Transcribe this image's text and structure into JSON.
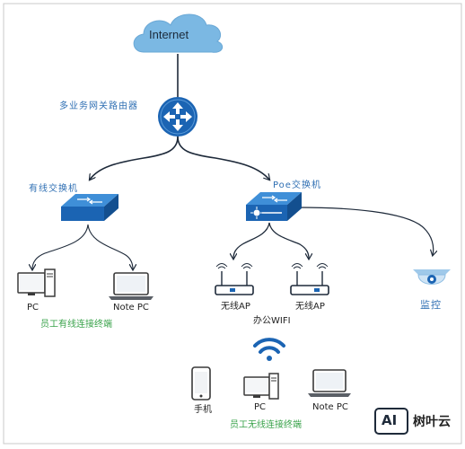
{
  "diagram": {
    "internet": "Internet",
    "router": "多业务网关路由器",
    "wired_switch": "有线交换机",
    "poe_switch": "Poe交换机",
    "pc_wired": "PC",
    "notepc_wired": "Note PC",
    "wired_group": "员工有线连接终端",
    "ap1": "无线AP",
    "ap2": "无线AP",
    "office_wifi": "办公WIFI",
    "camera": "监控",
    "phone": "手机",
    "pc_wireless": "PC",
    "notepc_wireless": "Note PC",
    "wireless_group": "员工无线连接终端"
  },
  "watermark": {
    "logo_text": "AI",
    "brand": "树叶云"
  },
  "colors": {
    "device_blue": "#1b64b3",
    "cloud_blue": "#6fb2e0",
    "link_dark": "#1e2a3a",
    "label_blue": "#2f6fb3",
    "label_green": "#3aa34b",
    "camera_label": "#2f6fb3"
  }
}
